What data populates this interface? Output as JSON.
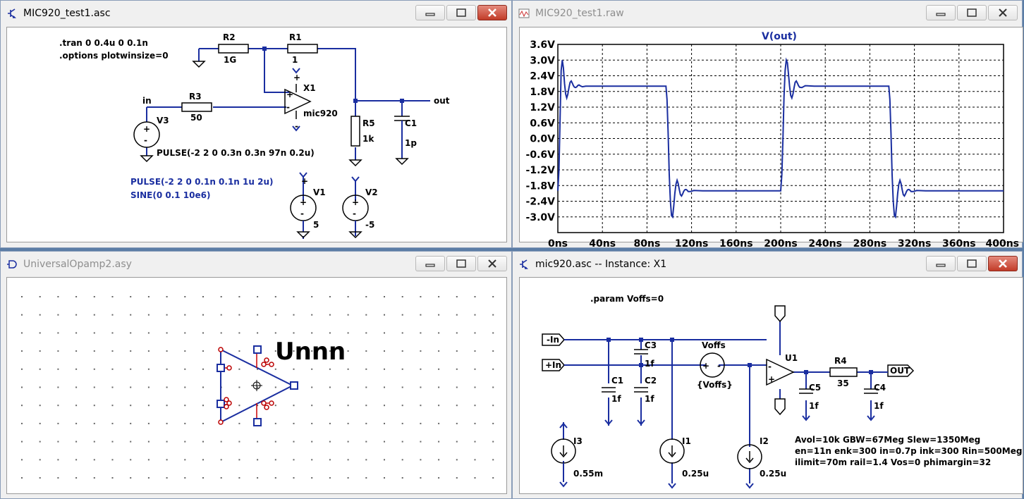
{
  "windows": {
    "top_left": {
      "title": "MIC920_test1.asc"
    },
    "top_right": {
      "title": "MIC920_test1.raw"
    },
    "bottom_left": {
      "title": "UniversalOpamp2.asy"
    },
    "bottom_right": {
      "title": "mic920.asc -- Instance: X1"
    }
  },
  "schematic1": {
    "directive1": ".tran 0 0.4u 0 0.1n",
    "directive2": ".options plotwinsize=0",
    "r2_name": "R2",
    "r2_value": "1G",
    "r1_name": "R1",
    "r1_value": "1",
    "r3_name": "R3",
    "r3_value": "50",
    "r5_name": "R5",
    "r5_value": "1k",
    "c1_name": "C1",
    "c1_value": "1p",
    "x1_name": "X1",
    "x1_model": "mic920",
    "v3_name": "V3",
    "v3_value": "PULSE(-2 2 0 0.3n 0.3n 97n 0.2u)",
    "v1_name": "V1",
    "v1_value": "5",
    "v2_name": "V2",
    "v2_value": "-5",
    "net_in": "in",
    "net_out": "out",
    "comment1": "PULSE(-2 2 0 0.1n 0.1n 1u 2u)",
    "comment2": "SINE(0 0.1 10e6)"
  },
  "chart_data": {
    "type": "line",
    "title": "V(out)",
    "series": [
      {
        "name": "V(out)",
        "color": "#1a2ea0",
        "x": [
          0,
          1,
          2,
          3,
          4,
          5,
          6,
          7,
          8,
          9,
          10,
          11,
          12,
          13,
          14,
          15,
          16,
          17,
          18,
          19,
          20,
          22,
          25,
          30,
          40,
          60,
          97,
          98,
          99,
          100,
          101,
          102,
          103,
          104,
          105,
          106,
          107,
          108,
          109,
          110,
          111,
          112,
          113,
          114,
          115,
          116,
          117,
          119,
          122,
          130,
          150,
          180,
          200,
          201,
          202,
          203,
          204,
          205,
          206,
          207,
          208,
          209,
          210,
          211,
          212,
          213,
          214,
          215,
          216,
          217,
          219,
          222,
          230,
          250,
          280,
          297,
          298,
          299,
          300,
          301,
          302,
          303,
          304,
          305,
          306,
          307,
          308,
          309,
          310,
          311,
          312,
          313,
          314,
          315,
          316,
          317,
          319,
          322,
          330,
          360,
          400
        ],
        "y": [
          -2,
          -1.2,
          0.8,
          2.6,
          3.0,
          2.7,
          2.1,
          1.7,
          1.55,
          1.7,
          1.95,
          2.15,
          2.2,
          2.12,
          2.02,
          1.96,
          1.95,
          1.98,
          2.03,
          2.05,
          2.02,
          1.98,
          2.0,
          2.0,
          2.0,
          2.0,
          2.0,
          1.5,
          0.2,
          -1.4,
          -2.4,
          -2.95,
          -3.0,
          -2.6,
          -2.1,
          -1.75,
          -1.6,
          -1.72,
          -1.95,
          -2.15,
          -2.2,
          -2.12,
          -2.02,
          -1.96,
          -1.95,
          -1.98,
          -2.03,
          -2.03,
          -1.99,
          -2.0,
          -2.0,
          -2.0,
          -2.0,
          -1.4,
          0.0,
          1.6,
          2.6,
          3.0,
          2.9,
          2.45,
          2.0,
          1.65,
          1.55,
          1.7,
          1.95,
          2.15,
          2.2,
          2.12,
          2.02,
          1.96,
          1.95,
          2.02,
          2.0,
          2.0,
          2.0,
          2.0,
          1.5,
          0.2,
          -1.4,
          -2.4,
          -2.95,
          -3.0,
          -2.6,
          -2.1,
          -1.75,
          -1.6,
          -1.72,
          -1.95,
          -2.15,
          -2.2,
          -2.12,
          -2.02,
          -1.96,
          -1.95,
          -1.98,
          -2.03,
          -2.03,
          -1.99,
          -2.0,
          -2.0,
          -2.0
        ]
      }
    ],
    "xlim": [
      0,
      400
    ],
    "ylim": [
      -3.6,
      3.6
    ],
    "x_ticks": [
      "0ns",
      "40ns",
      "80ns",
      "120ns",
      "160ns",
      "200ns",
      "240ns",
      "280ns",
      "320ns",
      "360ns",
      "400ns"
    ],
    "y_ticks": [
      "3.6V",
      "3.0V",
      "2.4V",
      "1.8V",
      "1.2V",
      "0.6V",
      "0.0V",
      "-0.6V",
      "-1.2V",
      "-1.8V",
      "-2.4V",
      "-3.0V"
    ],
    "grid": true
  },
  "symbol_editor": {
    "label": "Unnn"
  },
  "schematic2": {
    "directive": ".param Voffs=0",
    "port_in_minus": "-In",
    "port_in_plus": "+In",
    "port_out": "OUT",
    "c3_name": "C3",
    "c3_value": "1f",
    "c1_name": "C1",
    "c1_value": "1f",
    "c2_name": "C2",
    "c2_value": "1f",
    "c5_name": "C5",
    "c5_value": "1f",
    "c4_name": "C4",
    "c4_value": "1f",
    "r4_name": "R4",
    "r4_value": "35",
    "u1_name": "U1",
    "voffs_name": "Voffs",
    "voffs_value": "{Voffs}",
    "i3_name": "I3",
    "i3_value": "0.55m",
    "i1_name": "I1",
    "i1_value": "0.25u",
    "i2_name": "I2",
    "i2_value": "0.25u",
    "param_line1": "Avol=10k GBW=67Meg Slew=1350Meg",
    "param_line2": "en=11n enk=300 in=0.7p ink=300 Rin=500Meg",
    "param_line3": "ilimit=70m rail=1.4 Vos=0 phimargin=32"
  }
}
